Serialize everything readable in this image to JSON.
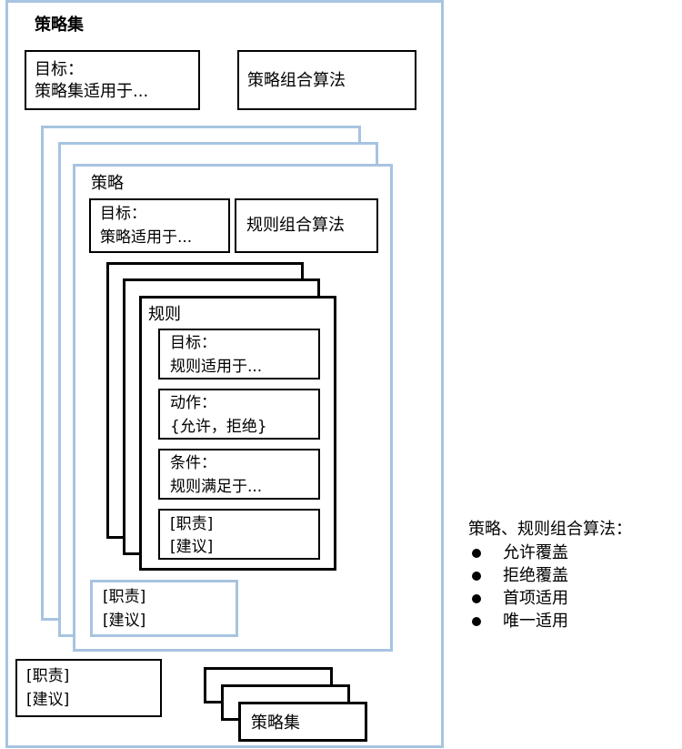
{
  "policy_set": {
    "title": "策略集",
    "target": {
      "label": "目标：",
      "value": "策略集适用于..."
    },
    "algorithm": "策略组合算法",
    "obligations": {
      "line1": "[职责]",
      "line2": "[建议]"
    },
    "sub_policy_set_label": "策略集"
  },
  "policy": {
    "title": "策略",
    "target": {
      "label": "目标：",
      "value": "策略适用于..."
    },
    "algorithm": "规则组合算法",
    "obligations": {
      "line1": "[职责]",
      "line2": "[建议]"
    }
  },
  "rule": {
    "title": "规则",
    "target": {
      "label": "目标：",
      "value": "规则适用于..."
    },
    "effect": {
      "label": "动作：",
      "value": "{允许，拒绝}"
    },
    "condition": {
      "label": "条件：",
      "value": "规则满足于..."
    },
    "obligations": {
      "line1": "[职责]",
      "line2": "[建议]"
    }
  },
  "legend": {
    "title": "策略、规则组合算法：",
    "items": [
      "允许覆盖",
      "拒绝覆盖",
      "首项适用",
      "唯一适用"
    ]
  }
}
